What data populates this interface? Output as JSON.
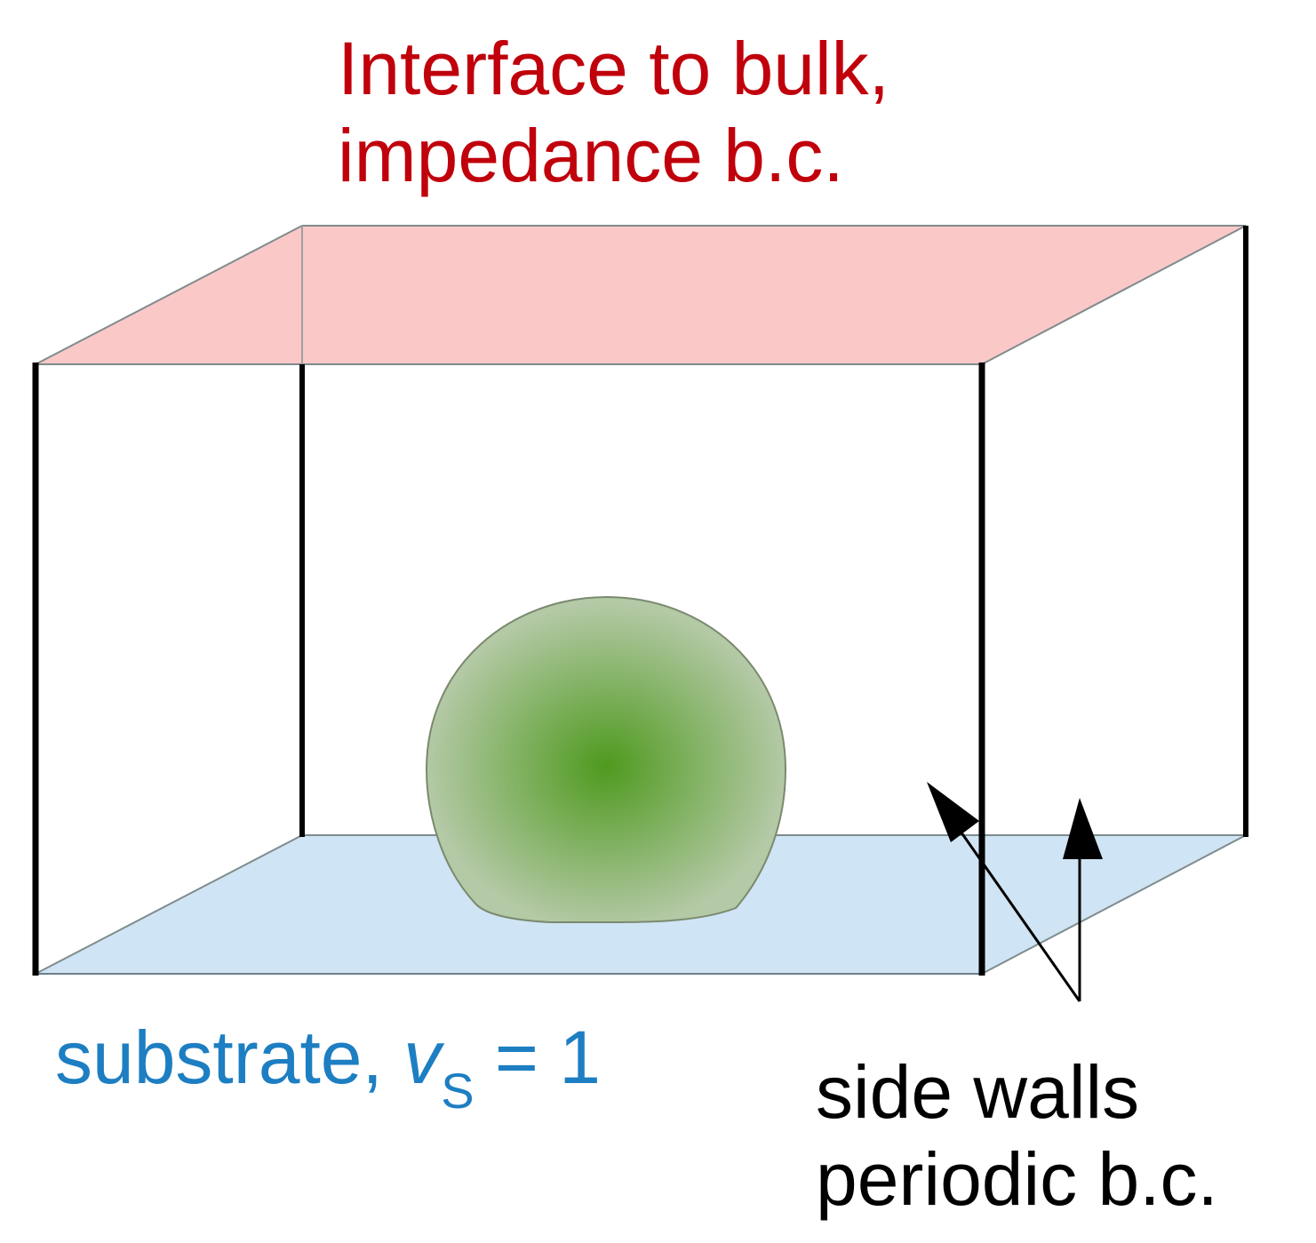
{
  "colors": {
    "top_face": "#fbc8c8",
    "bottom_face": "#cfe4f4",
    "top_label": "#c0000b",
    "substrate_label": "#1d7ec2",
    "droplet_center": "#4f9a1f",
    "droplet_edge": "#b4c9a6",
    "edges": "#000000"
  },
  "labels": {
    "top_line1": "Interface to bulk,",
    "top_line2": "impedance b.c.",
    "substrate_text": "substrate, ",
    "substrate_symbol": "v",
    "substrate_subscript": "S",
    "substrate_value": " = 1",
    "side_line1": "side walls",
    "side_line2": "periodic b.c."
  },
  "icons": {
    "droplet": "droplet-sphere",
    "arrows": "up-arrow"
  }
}
